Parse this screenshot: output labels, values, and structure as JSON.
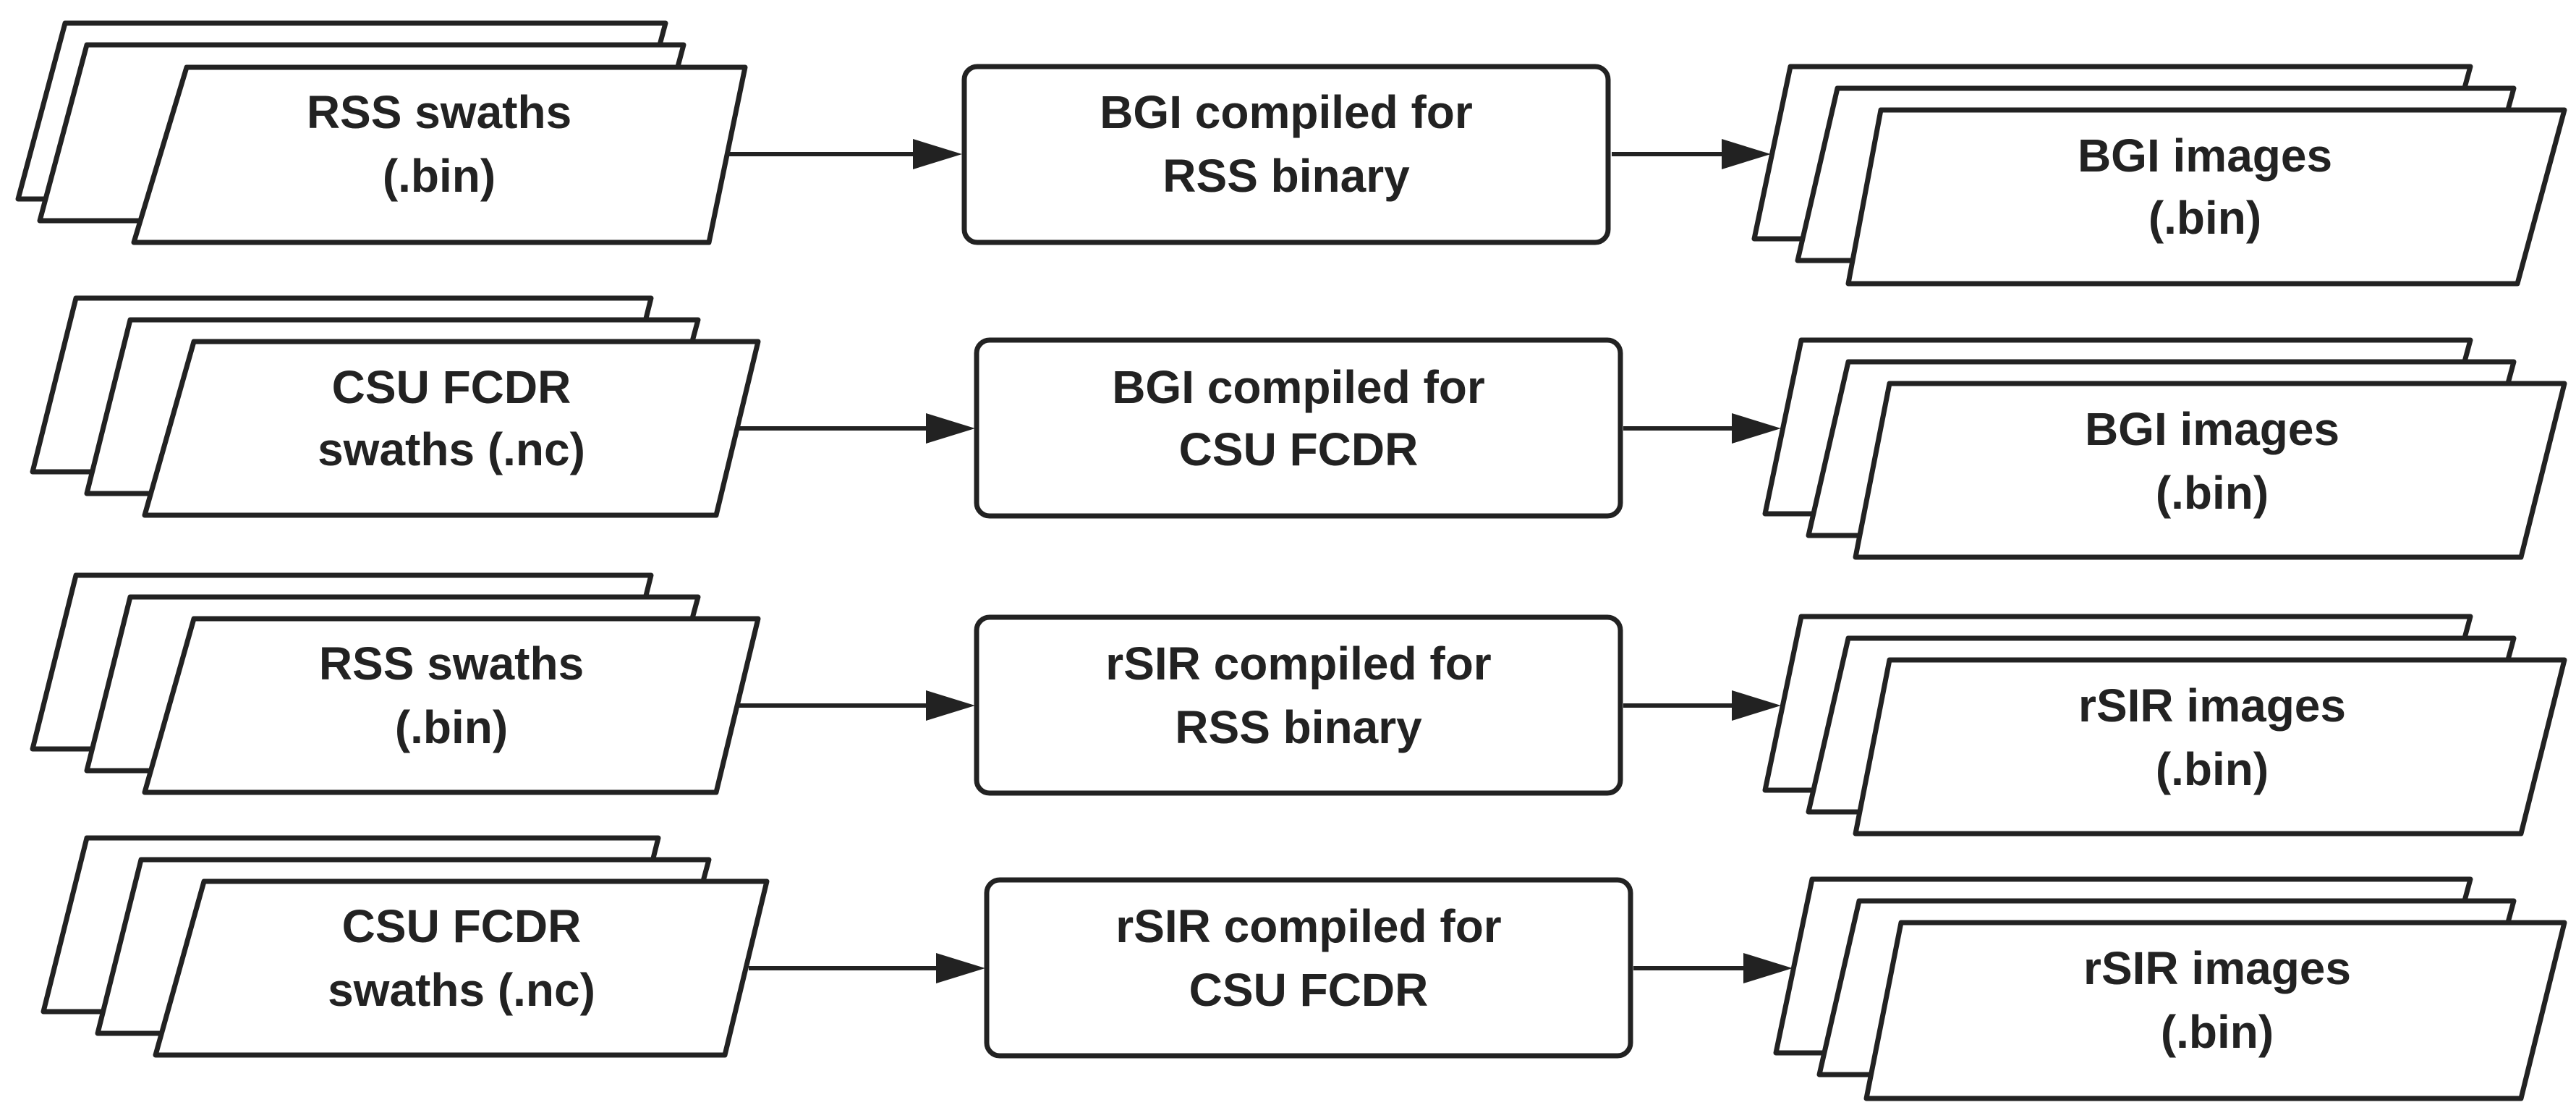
{
  "rows": [
    {
      "input": {
        "line1": "RSS swaths",
        "line2": "(.bin)"
      },
      "process": {
        "line1": "BGI compiled for",
        "line2": "RSS binary"
      },
      "output": {
        "line1": "BGI images",
        "line2": "(.bin)"
      }
    },
    {
      "input": {
        "line1": "CSU FCDR",
        "line2": "swaths (.nc)"
      },
      "process": {
        "line1": "BGI compiled for",
        "line2": "CSU FCDR"
      },
      "output": {
        "line1": "BGI images",
        "line2": "(.bin)"
      }
    },
    {
      "input": {
        "line1": "RSS swaths",
        "line2": "(.bin)"
      },
      "process": {
        "line1": "rSIR compiled for",
        "line2": "RSS binary"
      },
      "output": {
        "line1": "rSIR images",
        "line2": "(.bin)"
      }
    },
    {
      "input": {
        "line1": "CSU FCDR",
        "line2": "swaths (.nc)"
      },
      "process": {
        "line1": "rSIR compiled for",
        "line2": "CSU FCDR"
      },
      "output": {
        "line1": "rSIR images",
        "line2": "(.bin)"
      }
    }
  ],
  "colors": {
    "stroke": "#222222",
    "fill": "#ffffff",
    "background": "#ffffff"
  }
}
